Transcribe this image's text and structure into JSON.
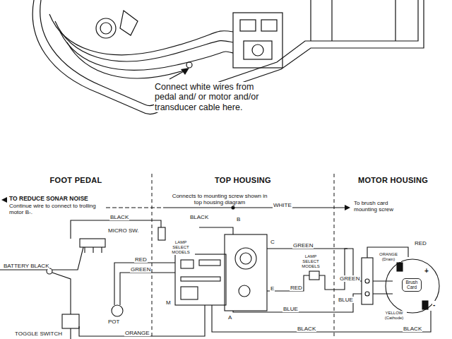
{
  "diagram": {
    "nodes": [
      {
        "text": [
          "FOOT PEDAL"
        ]
      },
      {
        "text": [
          "TOP HOUSING"
        ]
      },
      {
        "text": [
          "MOTOR HOUSING"
        ]
      },
      {
        "text": [
          "Brush Card"
        ],
        "in": 2
      }
    ],
    "labels": [
      "Connect white wires from pedal and/ or motor and/or transducer cable here.",
      "TO REDUCE SONAR NOISE",
      "Continue wire to connect to trolling motor B-.",
      "Connects to mounting screw shown in top housing diagram",
      "WHITE",
      "To brush card mounting screw",
      "BLACK",
      "MICRO SW.",
      "BLACK",
      "LAMP SELECT MODELS",
      "B",
      "C",
      "GREEN",
      "RED",
      "ORANGE (Drain)",
      "BATTERY BLACK",
      "RED",
      "GREEN",
      "LAMP SELECT MODELS",
      "+",
      "GREEN",
      "BLUE",
      "RED",
      "M",
      "E",
      "POT",
      "A",
      "BLUE",
      "YELLOW (Cathode)",
      "-",
      "TOGGLE SWITCH",
      "ORANGE",
      "BLACK",
      "BLACK"
    ]
  }
}
